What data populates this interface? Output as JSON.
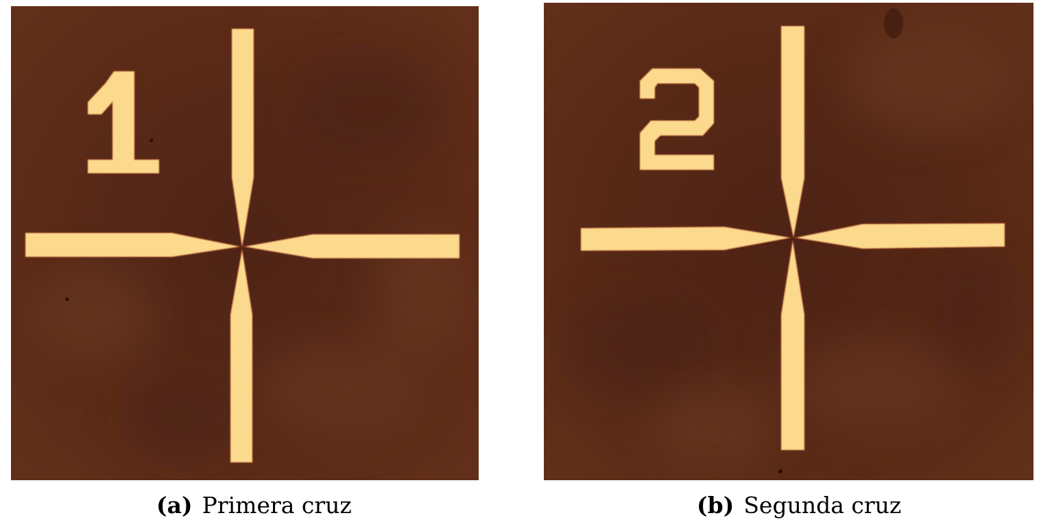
{
  "figures": [
    {
      "id": "a",
      "label": "(a)",
      "caption": "Primera cruz",
      "marker_number": "1",
      "colors": {
        "background": "#5a2a17",
        "mark": "#fbd98d"
      }
    },
    {
      "id": "b",
      "label": "(b)",
      "caption": "Segunda cruz",
      "marker_number": "2",
      "colors": {
        "background": "#5a2a17",
        "mark": "#fbd98d"
      }
    }
  ]
}
